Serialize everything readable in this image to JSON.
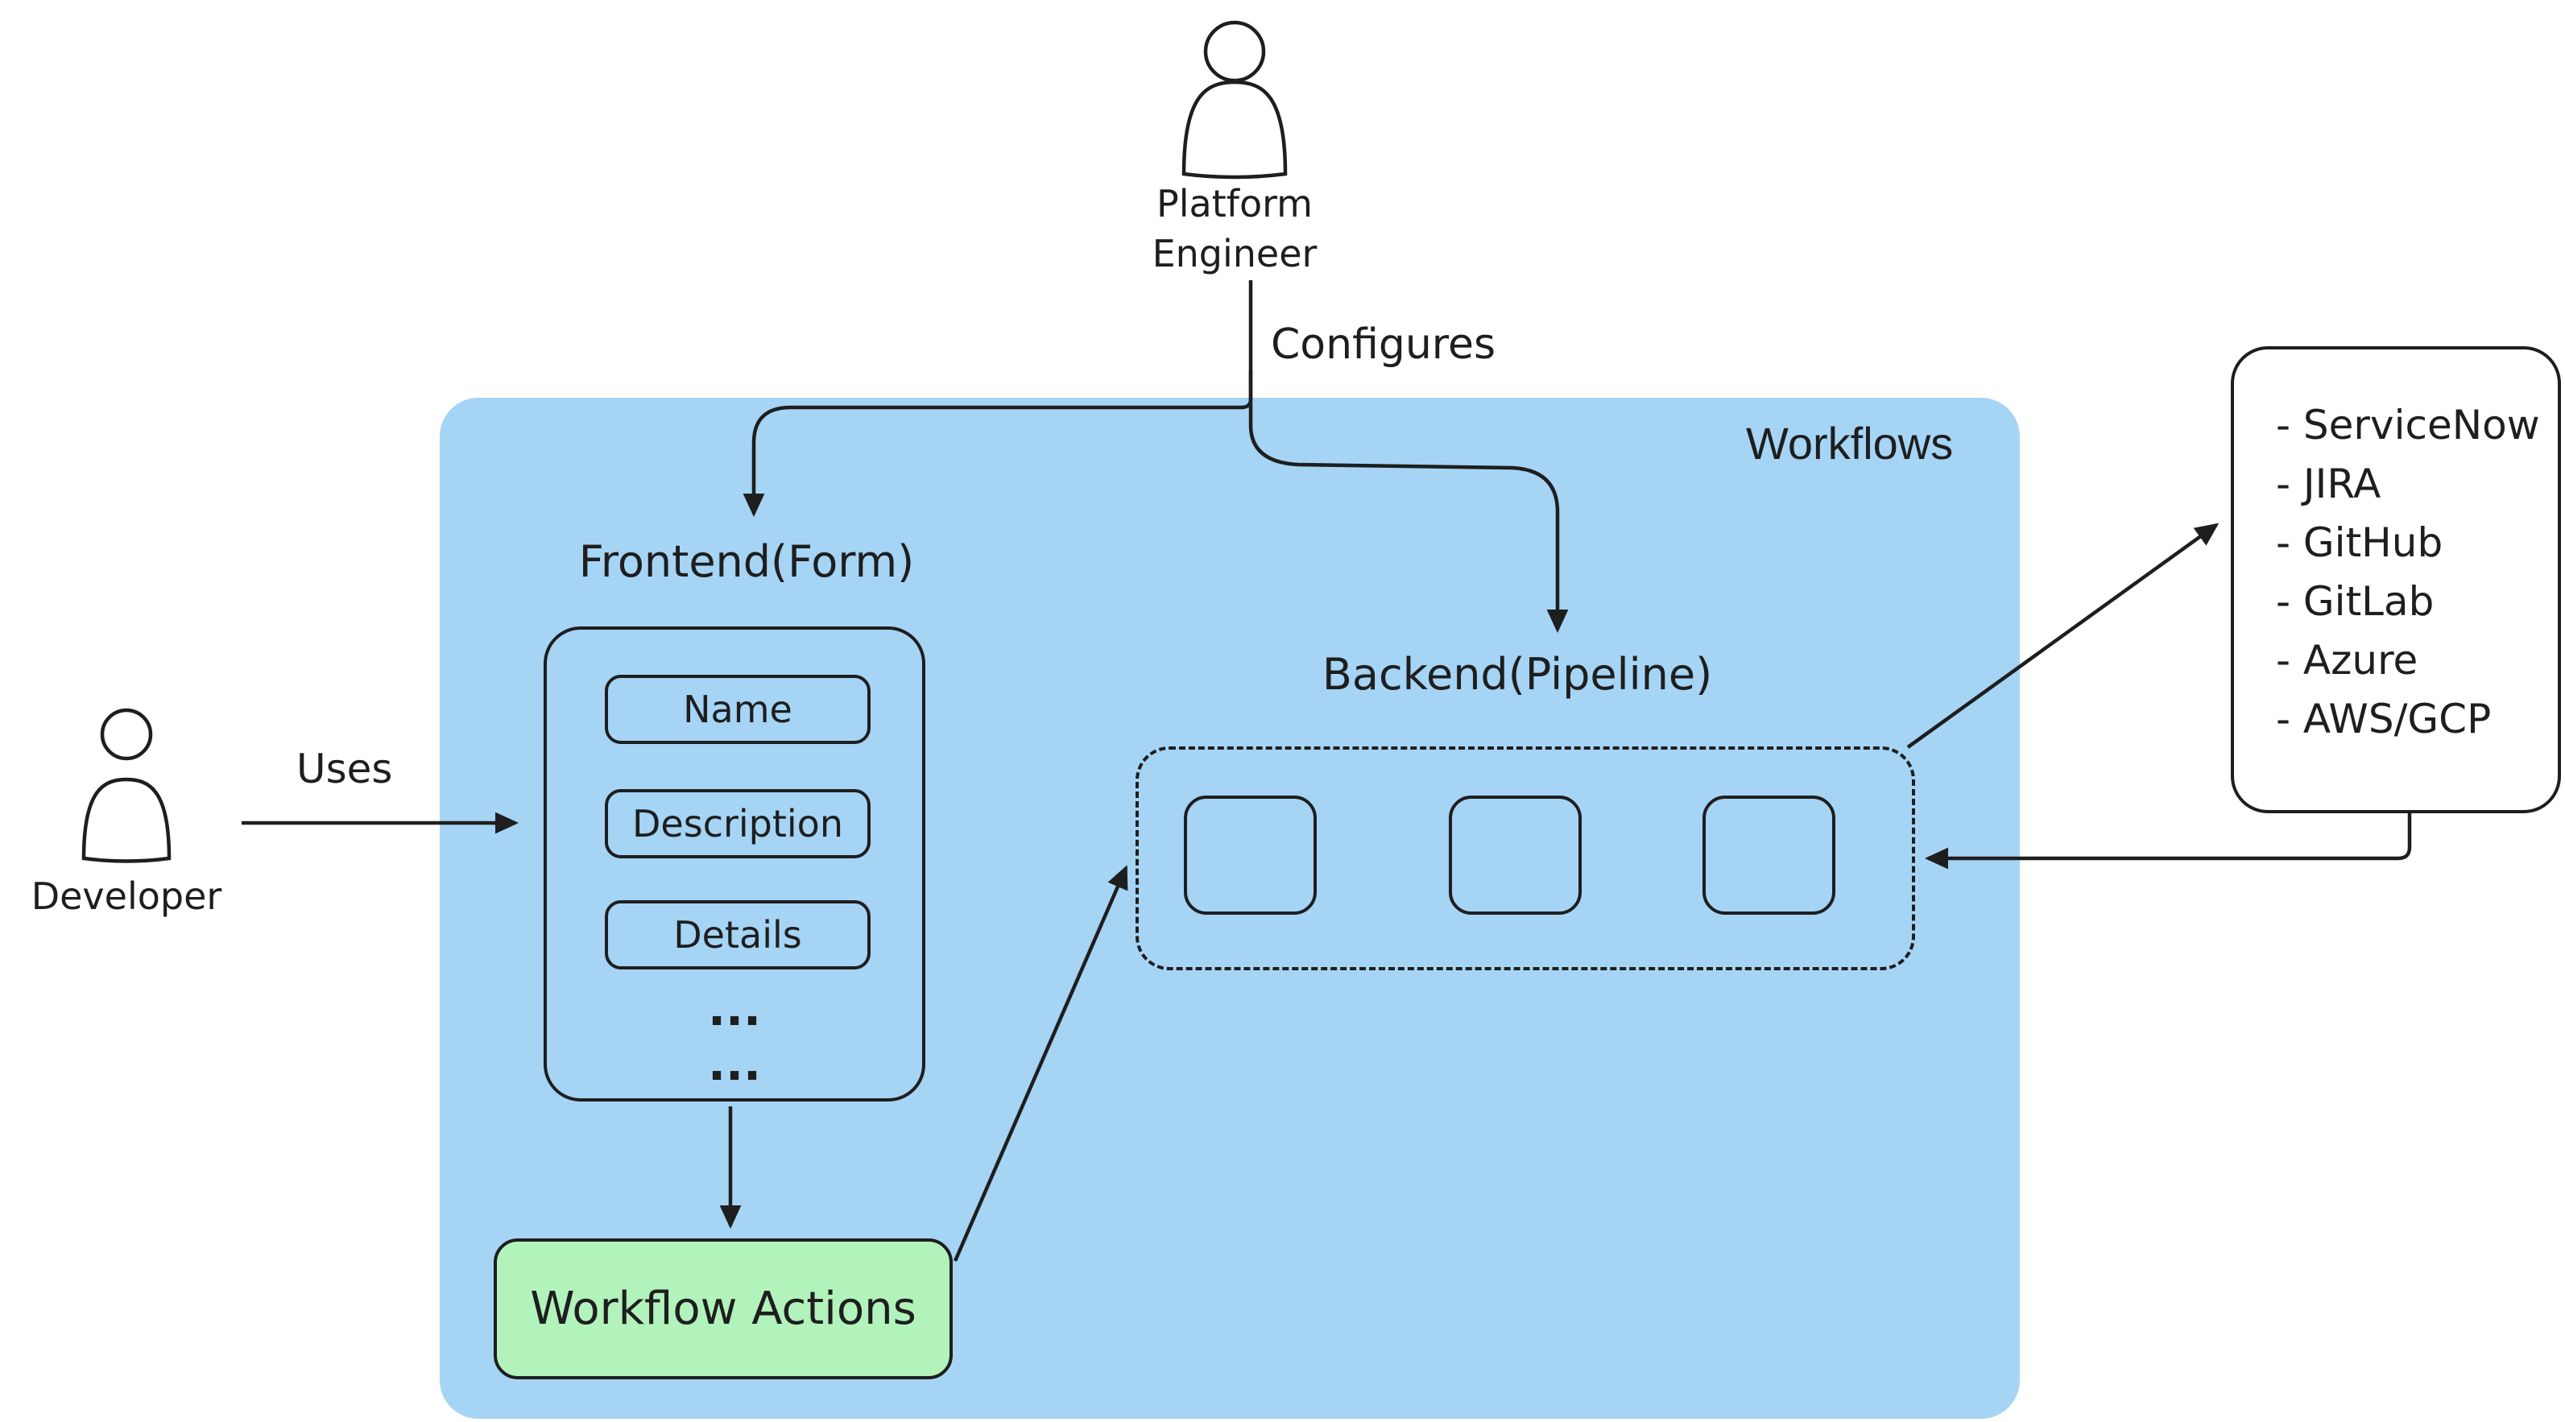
{
  "diagram": {
    "platform_engineer": {
      "line1": "Platform",
      "line2": "Engineer"
    },
    "developer": {
      "label": "Developer"
    },
    "configures_label": "Configures",
    "uses_label": "Uses",
    "workflows": {
      "title": "Workflows",
      "frontend": {
        "title": "Frontend(Form)",
        "fields": [
          "Name",
          "Description",
          "Details"
        ],
        "dots": [
          "...",
          "..."
        ]
      },
      "backend": {
        "title": "Backend(Pipeline)"
      },
      "actions_label": "Workflow Actions"
    },
    "integrations": {
      "items": [
        "- ServiceNow",
        "- JIRA",
        "- GitHub",
        "- GitLab",
        "- Azure",
        "- AWS/GCP"
      ]
    }
  },
  "colors": {
    "stroke": "#1e1e1e",
    "workflows-bg": "#a5d4f5",
    "actions-bg": "#b2f2bb",
    "canvas-bg": "#ffffff"
  }
}
